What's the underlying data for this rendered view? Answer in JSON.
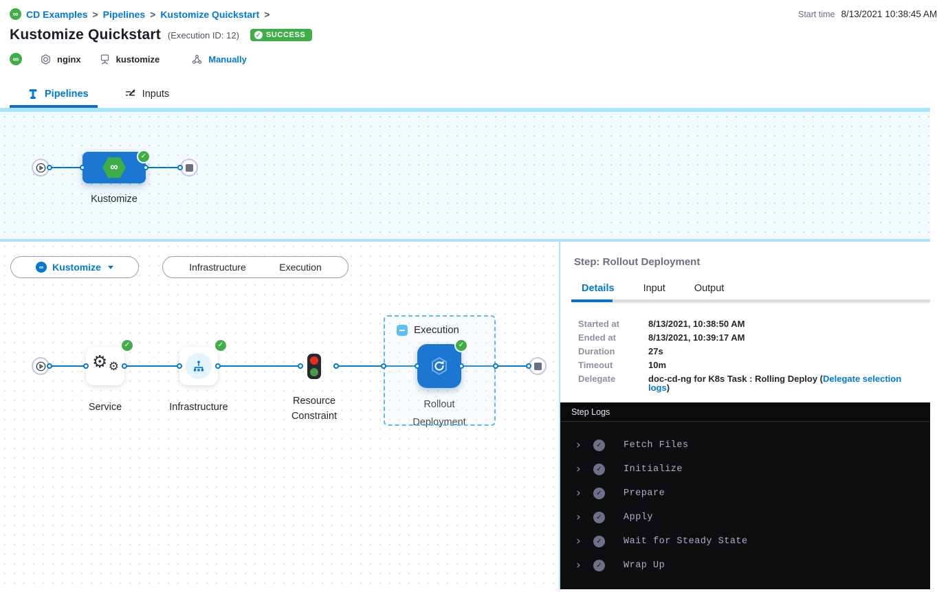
{
  "colors": {
    "primary": "#0278d5",
    "success_green": "#3fae49",
    "light_blue_border": "#a9e4f8",
    "node_blue": "#1b77d2",
    "logs_bg": "#0d0e10"
  },
  "icons": {
    "check": "✓",
    "infinity": "∞",
    "separator": ">",
    "gear": "⚙",
    "chevron_right": "›"
  },
  "header": {
    "breadcrumb": {
      "items": [
        "CD Examples",
        "Pipelines",
        "Kustomize Quickstart"
      ],
      "separator": ">"
    },
    "title": "Kustomize Quickstart",
    "execution_id": "(Execution ID: 12)",
    "status": "SUCCESS",
    "start_time_label": "Start time",
    "start_time_value": "8/13/2021 10:38:45 AM",
    "meta": {
      "service": "nginx",
      "environment": "kustomize",
      "trigger": "Manually"
    }
  },
  "tabs": {
    "pipelines": "Pipelines",
    "inputs": "Inputs"
  },
  "top_graph": {
    "stage_label": "Kustomize"
  },
  "stage_toolbar": {
    "stage_selector": "Kustomize",
    "toggle_infrastructure": "Infrastructure",
    "toggle_execution": "Execution"
  },
  "execution_graph": {
    "group_label": "Execution",
    "nodes": [
      "Service",
      "Infrastructure",
      "Resource Constraint",
      "Rollout Deployment"
    ]
  },
  "step_panel": {
    "title": "Step: Rollout Deployment",
    "tabs": [
      "Details",
      "Input",
      "Output"
    ],
    "details": [
      {
        "label": "Started at",
        "value": "8/13/2021, 10:38:50 AM"
      },
      {
        "label": "Ended at",
        "value": "8/13/2021, 10:39:17 AM"
      },
      {
        "label": "Duration",
        "value": "27s"
      },
      {
        "label": "Timeout",
        "value": "10m"
      },
      {
        "label": "Delegate",
        "value": "doc-cd-ng for K8s Task : Rolling Deploy (",
        "link": "Delegate selection logs",
        "suffix": ")"
      }
    ]
  },
  "step_logs": {
    "title": "Step Logs",
    "sections": [
      "Fetch Files",
      "Initialize",
      "Prepare",
      "Apply",
      "Wait for Steady State",
      "Wrap Up"
    ]
  }
}
